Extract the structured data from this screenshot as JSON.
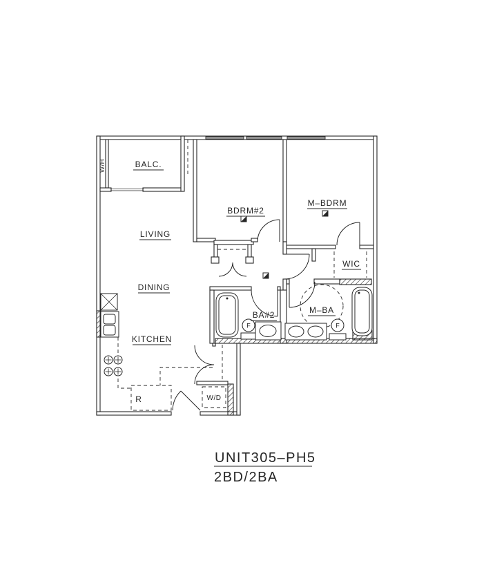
{
  "drawing": {
    "background": "#ffffff",
    "line_color": "#262626",
    "window_fill": "#8f8f8f",
    "type": "apartment-floor-plan"
  },
  "title": {
    "unit": "UNIT305–PH5",
    "config": "2BD/2BA"
  },
  "labels": {
    "balcony": "BALC.",
    "water_heater": "W/H",
    "living": "LIVING",
    "dining": "DINING",
    "kitchen": "KITCHEN",
    "bedroom2": "BDRM#2",
    "master_bedroom": "M–BDRM",
    "walk_in_closet": "WIC",
    "bath2": "BA#2",
    "master_bath": "M–BA",
    "washer_dryer": "W/D",
    "refrigerator": "R",
    "fan": "F"
  }
}
